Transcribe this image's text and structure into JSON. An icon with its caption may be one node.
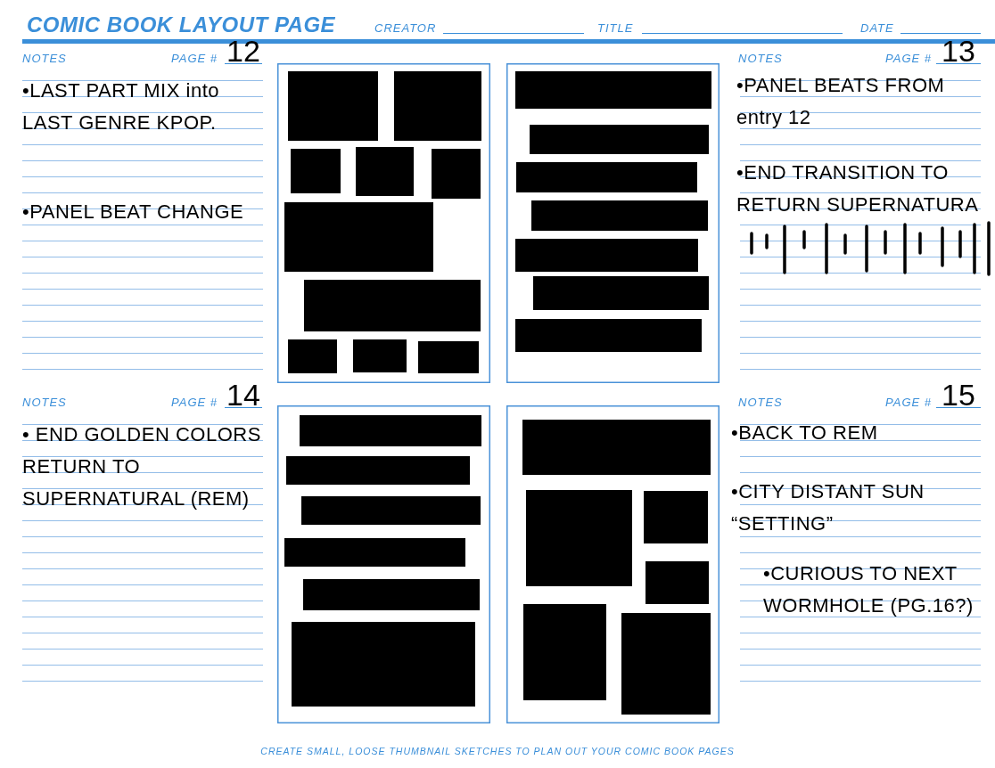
{
  "diagram": {
    "title": "COMIC BOOK LAYOUT PAGE",
    "caption": "CREATE SMALL, LOOSE THUMBNAIL SKETCHES TO PLAN OUT YOUR COMIC BOOK PAGES",
    "labels": [
      "CREATOR",
      "TITLE",
      "DATE",
      "NOTES",
      "PAGE #",
      "12",
      "•LAST PART MIX into LAST GENRE KPOP.",
      "•PANEL BEAT CHANGE",
      "NOTES",
      "PAGE #",
      "13",
      "•PANEL BEATS FROM entry 12",
      "•END TRANSITION TO RETURN SUPERNATURA",
      "NOTES",
      "PAGE #",
      "14",
      "• END GOLDEN COLORS RETURN TO SUPERNATURAL (REM)",
      "NOTES",
      "PAGE #",
      "15",
      "•BACK TO REM",
      "•CITY DISTANT SUN “SETTING”",
      "•CURIOUS TO NEXT WORMHOLE (PG.16?)"
    ]
  }
}
